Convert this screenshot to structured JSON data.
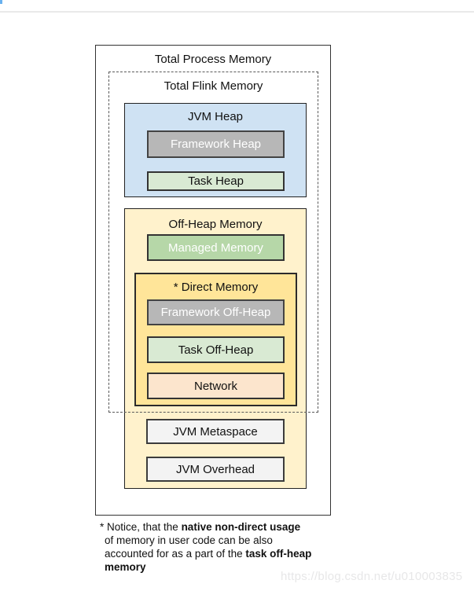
{
  "diagram": {
    "total_process_memory": "Total Process Memory",
    "total_flink_memory": "Total Flink Memory",
    "jvm_heap": "JVM Heap",
    "framework_heap": "Framework Heap",
    "task_heap": "Task Heap",
    "off_heap_memory": "Off-Heap Memory",
    "managed_memory": "Managed Memory",
    "direct_memory": "* Direct Memory",
    "framework_off_heap": "Framework Off-Heap",
    "task_off_heap": "Task Off-Heap",
    "network": "Network",
    "jvm_metaspace": "JVM Metaspace",
    "jvm_overhead": "JVM Overhead"
  },
  "footnote": {
    "lines": [
      {
        "pre": "* Notice, that the ",
        "bold": "native non-direct usage"
      },
      {
        "pre": "of memory in user code can be also"
      },
      {
        "pre": "accounted for as a part of the ",
        "bold": "task off-heap"
      },
      {
        "bold": "memory"
      }
    ]
  },
  "watermark": "https://blog.csdn.net/u010003835",
  "colors": {
    "jvm_heap_fill": "#cfe2f3",
    "off_heap_fill": "#fff2cc",
    "direct_memory_fill": "#ffe599",
    "framework_fill": "#b7b7b7",
    "task_fill": "#d9ead3",
    "managed_fill": "#b6d7a8",
    "network_fill": "#fce5cd",
    "jvm_meta_overhead_fill": "#f3f3f3",
    "dashed_border": "#595959",
    "top_divider": "#e9e9e9",
    "watermark_text": "#e7e7e8"
  }
}
